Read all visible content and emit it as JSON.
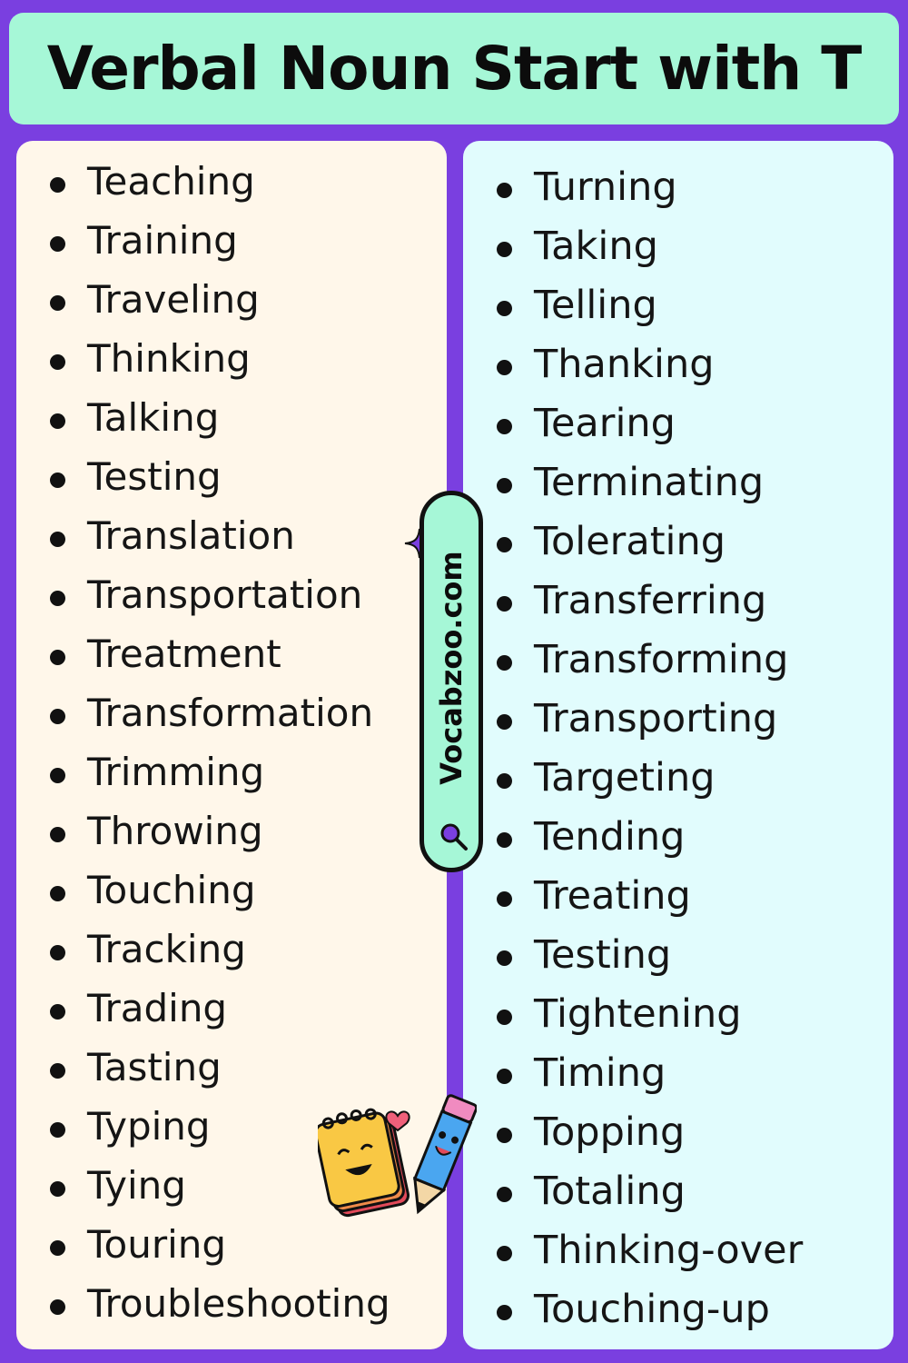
{
  "title": "Verbal Noun Start with T",
  "left_column": [
    "Teaching",
    "Training",
    "Traveling",
    "Thinking",
    "Talking",
    "Testing",
    "Translation",
    "Transportation",
    "Treatment",
    "Transformation",
    "Trimming",
    "Throwing",
    "Touching",
    "Tracking",
    "Trading",
    "Tasting",
    "Typing",
    "Tying",
    "Touring",
    "Troubleshooting"
  ],
  "right_column": [
    "Turning",
    "Taking",
    "Telling",
    "Thanking",
    "Tearing",
    "Terminating",
    "Tolerating",
    "Transferring",
    "Transforming",
    "Transporting",
    "Targeting",
    "Tending",
    "Treating",
    "Testing",
    "Tightening",
    "Timing",
    "Topping",
    "Totaling",
    "Thinking-over",
    "Touching-up"
  ],
  "watermark": {
    "text": "Vocabzoo.com",
    "icon": "magnifier-icon"
  },
  "decorations": {
    "sparkle_icon": "sparkle-icon",
    "mascot_icon": "notepad-pencil-mascot-icon"
  },
  "colors": {
    "background": "#7a3fe0",
    "title_bar": "#a6f7d7",
    "left_panel": "#fff7ea",
    "right_panel": "#e1fcfd",
    "text": "#151515"
  }
}
